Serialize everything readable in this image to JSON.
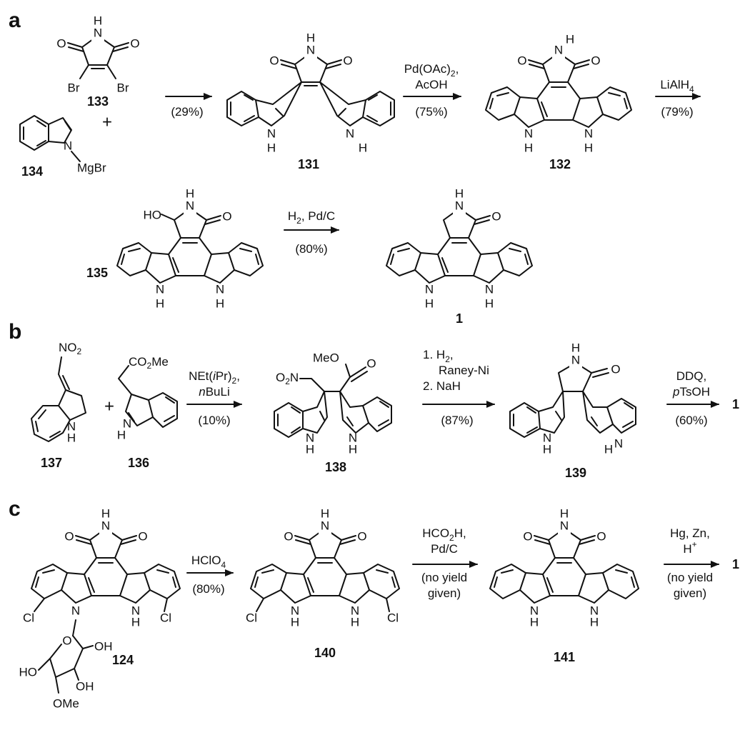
{
  "panels": {
    "a": "a",
    "b": "b",
    "c": "c"
  },
  "compounds": {
    "c133": "133",
    "c134": "134",
    "c131": "131",
    "c132": "132",
    "c135": "135",
    "c1": "1",
    "c137": "137",
    "c136": "136",
    "c138": "138",
    "c139": "139",
    "c124": "124",
    "c140": "140",
    "c141": "141"
  },
  "panel_a": {
    "step1_yield": "(29%)",
    "step2_reagent_1": "Pd(OAc)",
    "step2_reagent_2": "AcOH",
    "step2_yield": "(75%)",
    "step3_reagent": "LiAlH",
    "step3_yield": "(79%)",
    "step4_reagent": "H",
    "step4_reagent_b": ", Pd/C",
    "step4_yield": "(80%)"
  },
  "panel_b": {
    "step1_reagent_1": "NEt(",
    "step1_reagent_1i": "i",
    "step1_reagent_1b": "Pr)",
    "step1_reagent_2i": "n",
    "step1_reagent_2b": "BuLi",
    "step1_yield": "(10%)",
    "step2_line1": "1. H",
    "step2_line2": "Raney-Ni",
    "step2_line3": "2. NaH",
    "step2_yield": "(87%)",
    "step3_reagent_1": "DDQ,",
    "step3_reagent_2i": "p",
    "step3_reagent_2b": "TsOH",
    "step3_yield": "(60%)",
    "product": "1"
  },
  "panel_c": {
    "step1_reagent": "HClO",
    "step1_yield": "(80%)",
    "step2_reagent_1": "HCO",
    "step2_reagent_1b": "H,",
    "step2_reagent_2": "Pd/C",
    "step2_note_1": "(no yield",
    "step2_note_2": "given)",
    "step3_reagent_1": "Hg, Zn,",
    "step3_reagent_2": "H",
    "step3_note_1": "(no yield",
    "step3_note_2": "given)",
    "product": "1"
  },
  "atoms": {
    "N": "N",
    "H": "H",
    "O": "O",
    "Br": "Br",
    "MgBr": "MgBr",
    "Cl": "Cl",
    "HO": "HO",
    "NO": "NO",
    "MeO": "MeO",
    "OMe": "OMe",
    "OH": "OH",
    "CO": "CO",
    "Me": "Me",
    "O2N_O": "O",
    "O2N_N": "N",
    "sub2": "2",
    "sub4": "4",
    "plus_sign": "+"
  }
}
